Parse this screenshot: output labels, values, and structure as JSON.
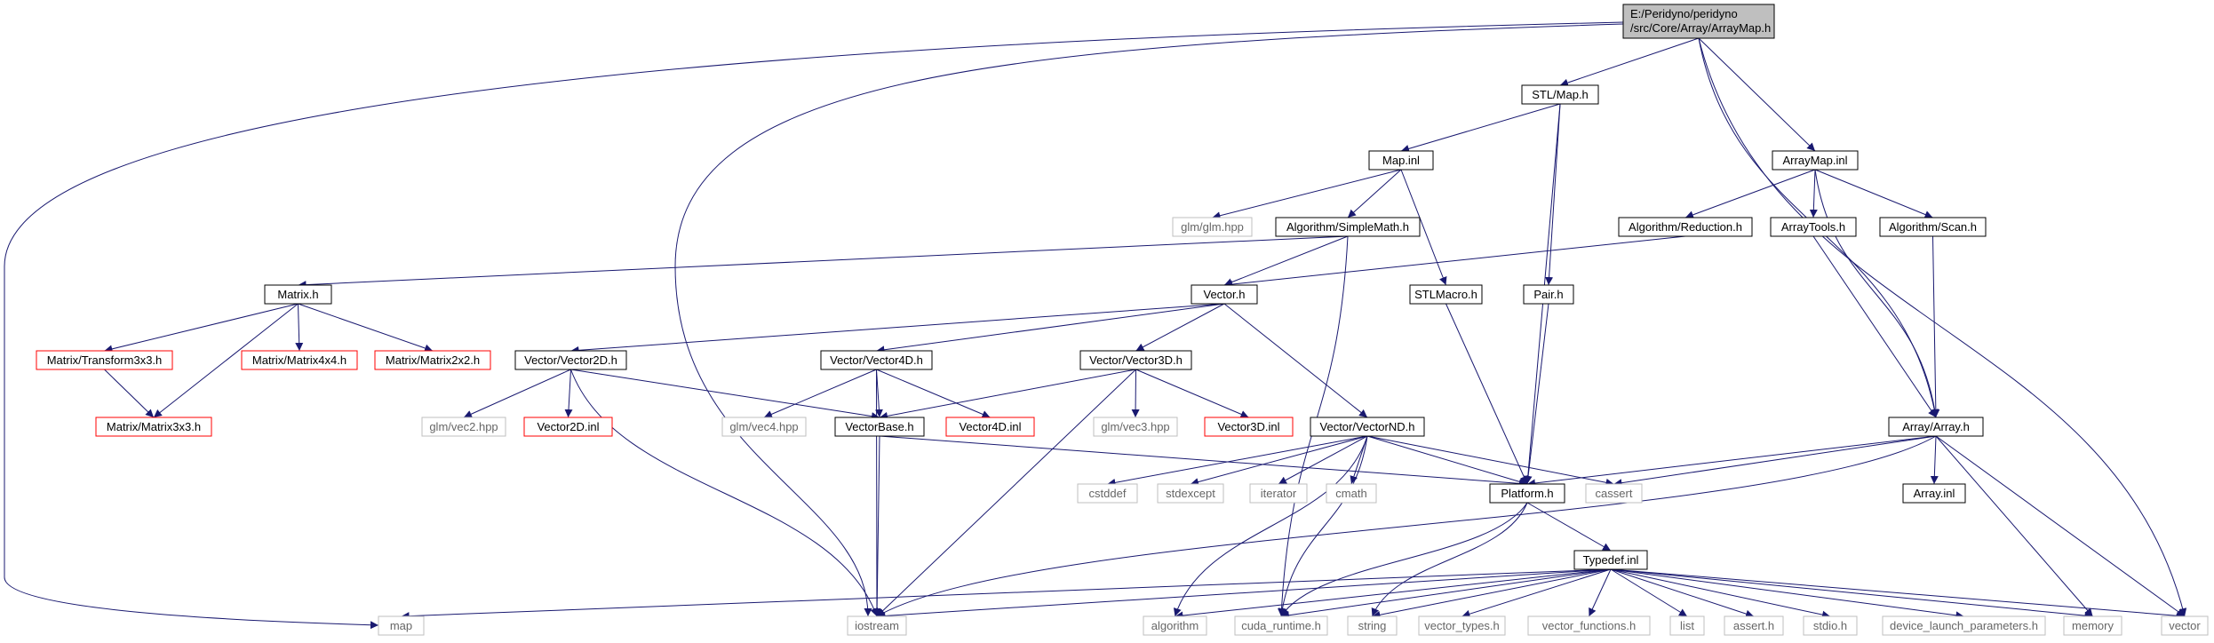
{
  "graph": {
    "root": {
      "label_line1": "E:/Peridyno/peridyno",
      "label_line2": "/src/Core/Array/ArrayMap.h"
    },
    "nodes": {
      "stl_map_h": "STL/Map.h",
      "map_inl": "Map.inl",
      "arraymap_inl": "ArrayMap.inl",
      "glm_glm_hpp": "glm/glm.hpp",
      "simplemath_h": "Algorithm/SimpleMath.h",
      "reduction_h": "Algorithm/Reduction.h",
      "arraytools_h": "ArrayTools.h",
      "scan_h": "Algorithm/Scan.h",
      "matrix_h": "Matrix.h",
      "vector_h": "Vector.h",
      "stlmacro_h": "STLMacro.h",
      "pair_h": "Pair.h",
      "transform3x3_h": "Matrix/Transform3x3.h",
      "matrix4x4_h": "Matrix/Matrix4x4.h",
      "matrix2x2_h": "Matrix/Matrix2x2.h",
      "vector2d_h": "Vector/Vector2D.h",
      "vector4d_h": "Vector/Vector4D.h",
      "vector3d_h": "Vector/Vector3D.h",
      "array_h": "Array/Array.h",
      "matrix3x3_h": "Matrix/Matrix3x3.h",
      "glm_vec2_hpp": "glm/vec2.hpp",
      "vector2d_inl": "Vector2D.inl",
      "glm_vec4_hpp": "glm/vec4.hpp",
      "vectorbase_h": "VectorBase.h",
      "vector4d_inl": "Vector4D.inl",
      "glm_vec3_hpp": "glm/vec3.hpp",
      "vector3d_inl": "Vector3D.inl",
      "vectornd_h": "Vector/VectorND.h",
      "cstddef": "cstddef",
      "stdexcept": "stdexcept",
      "iterator": "iterator",
      "cmath": "cmath",
      "platform_h": "Platform.h",
      "cassert": "cassert",
      "array_inl": "Array.inl",
      "typedef_inl": "Typedef.inl",
      "map": "map",
      "iostream": "iostream",
      "algorithm": "algorithm",
      "cuda_runtime_h": "cuda_runtime.h",
      "string": "string",
      "vector_types_h": "vector_types.h",
      "vector_functions_h": "vector_functions.h",
      "list": "list",
      "assert_h": "assert.h",
      "stdio_h": "stdio.h",
      "device_launch_parameters_h": "device_launch_parameters.h",
      "memory": "memory",
      "vector": "vector"
    },
    "colors": {
      "edge": "#191970",
      "normal_border": "#000000",
      "truncated_border": "#ff0000",
      "system_border": "#bfbfbf",
      "root_fill": "#bfbfbf",
      "gray_text": "#666666"
    }
  }
}
